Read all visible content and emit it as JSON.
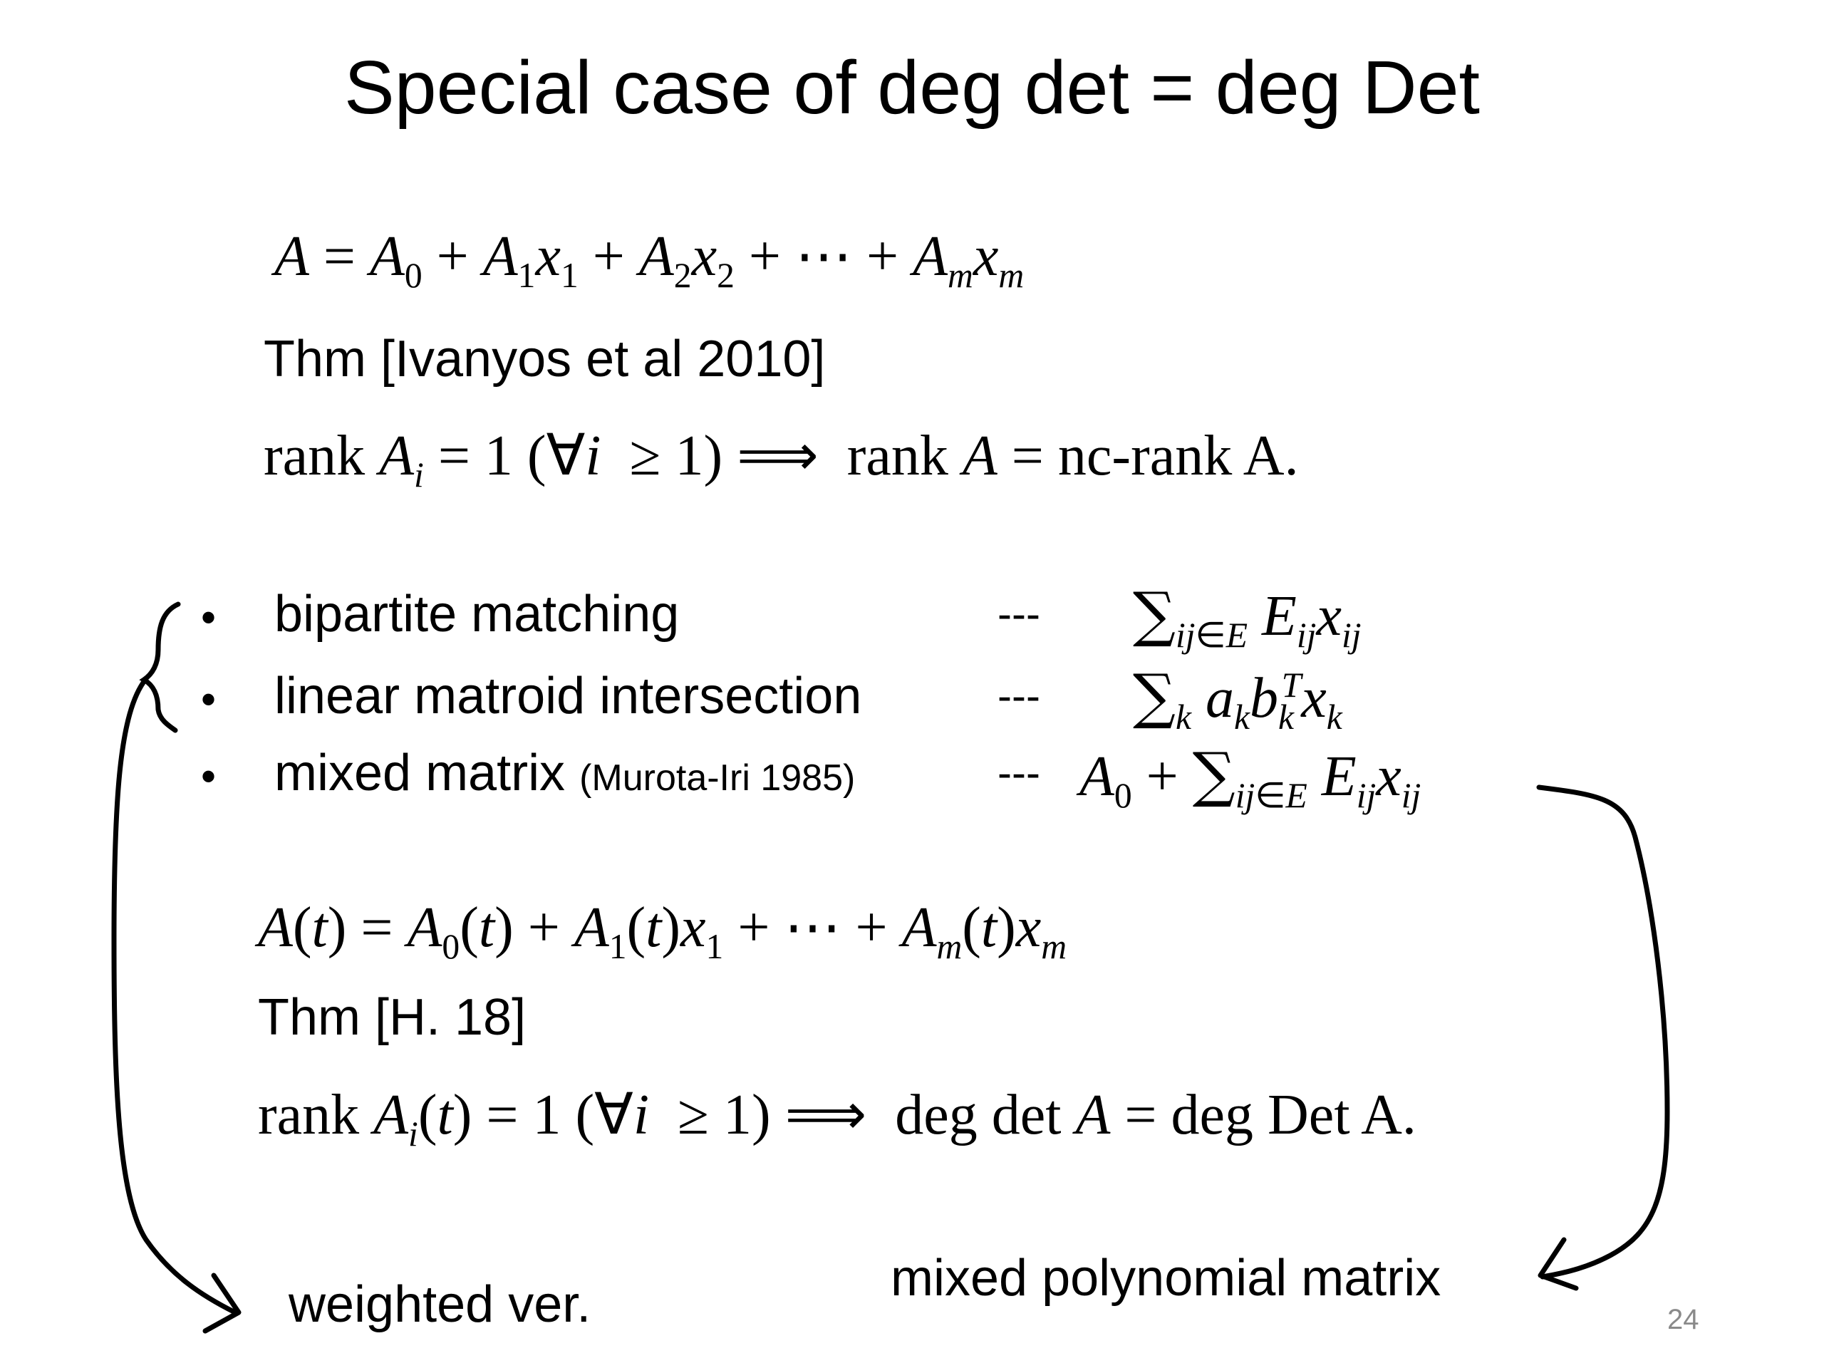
{
  "title": "Special case of deg det = deg Det",
  "thm1": {
    "label": "Thm [Ivanyos et al 2010]"
  },
  "bullets": [
    {
      "label": "bipartite matching",
      "dashes": "---"
    },
    {
      "label": "linear matroid intersection",
      "dashes": "---"
    },
    {
      "label": "mixed matrix",
      "note": "(Murota-Iri 1985)",
      "dashes": "---"
    }
  ],
  "thm2": {
    "label": "Thm [H. 18]"
  },
  "annotations": {
    "left": "weighted ver.",
    "right": "mixed polynomial matrix"
  },
  "page_number": "24"
}
